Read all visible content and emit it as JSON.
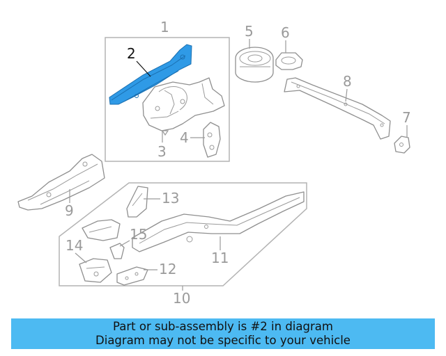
{
  "callouts": {
    "c1": "1",
    "c2": "2",
    "c3": "3",
    "c4": "4",
    "c5": "5",
    "c6": "6",
    "c7": "7",
    "c8": "8",
    "c9": "9",
    "c10": "10",
    "c11": "11",
    "c12": "12",
    "c13": "13",
    "c14": "14",
    "c15": "15"
  },
  "highlighted_part": "2",
  "banner": {
    "line1": "Part or sub-assembly is #2 in diagram",
    "line2": "Diagram may not be specific to your vehicle"
  },
  "colors": {
    "highlight": "#2f9ae6",
    "banner": "#4dbaf2",
    "line": "#9a9a9a",
    "highlight_text": "#111111"
  }
}
